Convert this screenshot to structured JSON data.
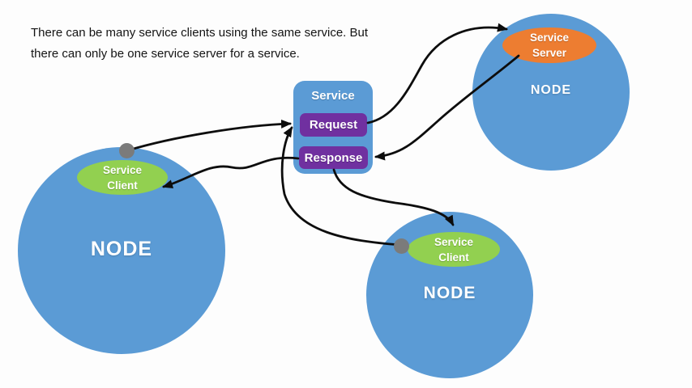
{
  "annotation": {
    "line1": "There can be many service clients using the same service. But",
    "line2": "there can only be one service server for a service."
  },
  "service": {
    "title": "Service",
    "request_label": "Request",
    "response_label": "Response"
  },
  "nodes": [
    {
      "id": "left",
      "label": "NODE",
      "attachment": {
        "role": "service-client",
        "line1": "Service",
        "line2": "Client"
      }
    },
    {
      "id": "top-right",
      "label": "NODE",
      "attachment": {
        "role": "service-server",
        "line1": "Service",
        "line2": "Server"
      }
    },
    {
      "id": "bottom",
      "label": "NODE",
      "attachment": {
        "role": "service-client",
        "line1": "Service",
        "line2": "Client"
      }
    }
  ],
  "connections": [
    {
      "from": "left-service-client",
      "to": "service-request"
    },
    {
      "from": "bottom-service-client",
      "to": "service-request"
    },
    {
      "from": "service-response",
      "to": "left-service-client"
    },
    {
      "from": "service-response",
      "to": "bottom-service-client"
    },
    {
      "from": "service-request",
      "to": "service-server"
    },
    {
      "from": "service-server",
      "to": "service-response"
    }
  ],
  "colors": {
    "node_fill": "#5B9BD5",
    "client_fill": "#92D050",
    "server_fill": "#ED7D31",
    "message_fill": "#7030A0",
    "connector": "#0d0d0d",
    "junction_dot": "#7b7b7b",
    "background": "#fdfdfd",
    "label_text": "#ffffff"
  }
}
